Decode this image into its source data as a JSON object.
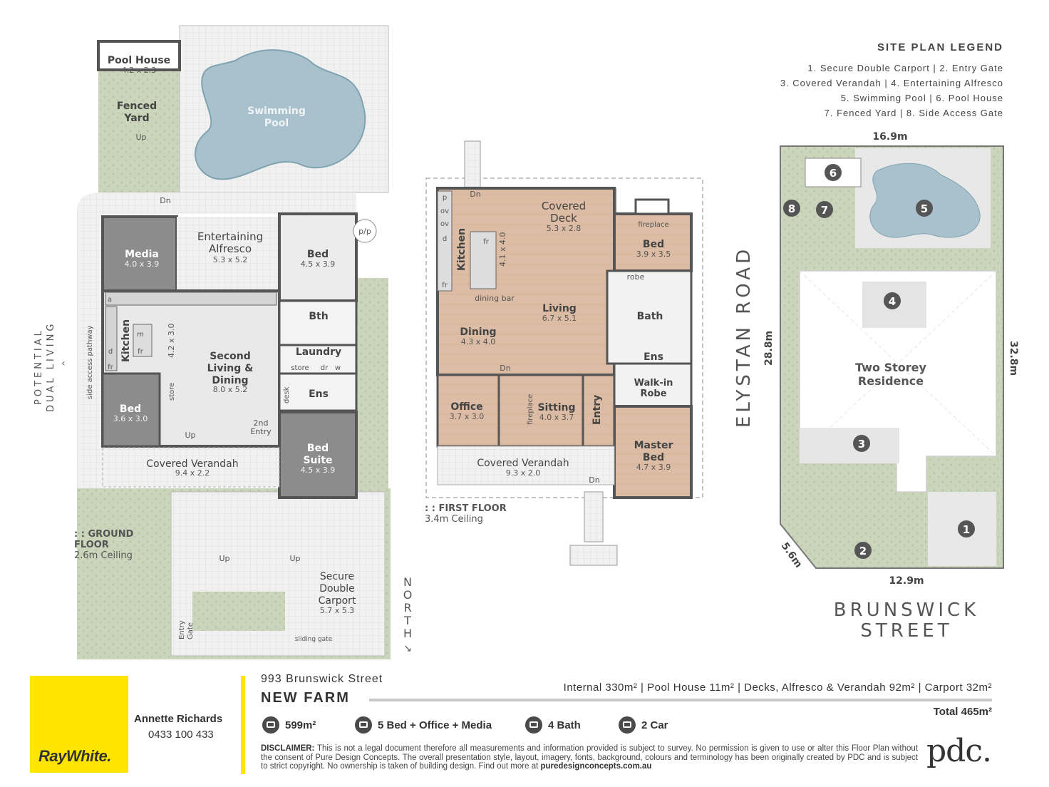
{
  "legend": {
    "title": "SITE PLAN LEGEND",
    "lines": [
      "1. Secure Double Carport  |  2. Entry Gate",
      "3. Covered Verandah  |  4. Entertaining Alfresco",
      "5. Swimming Pool  |  6. Pool House",
      "7. Fenced Yard  |  8. Side Access Gate"
    ]
  },
  "ground_floor": {
    "label_a": ": : GROUND",
    "label_b": "FLOOR",
    "ceiling": "2.6m Ceiling",
    "side_label_a": "POTENTIAL",
    "side_label_b": "DUAL LIVING",
    "pathway": "side access pathway",
    "rooms": {
      "pool_house": "Pool House",
      "pool_house_dim": "4.2 x 2.3",
      "fenced_a": "Fenced",
      "fenced_b": "Yard",
      "pool_a": "Swimming",
      "pool_b": "Pool",
      "alfresco_a": "Entertaining",
      "alfresco_b": "Alfresco",
      "alfresco_dim": "5.3 x 5.2",
      "media": "Media",
      "media_dim": "4.0 x 3.9",
      "bed1": "Bed",
      "bed1_dim": "4.5 x 3.9",
      "kitchen": "Kitchen",
      "kitchen_dim": "4.2 x 3.0",
      "second_a": "Second",
      "second_b": "Living &",
      "second_c": "Dining",
      "second_dim": "8.0 x 5.2",
      "bth": "Bth",
      "laundry": "Laundry",
      "store": "store",
      "dr": "dr",
      "w": "w",
      "ens": "Ens",
      "desk": "desk",
      "bed2": "Bed",
      "bed2_dim": "3.6 x 3.0",
      "store2": "store",
      "entry2_a": "2nd",
      "entry2_b": "Entry",
      "suite_a": "Bed",
      "suite_b": "Suite",
      "suite_dim": "4.5 x 3.9",
      "verandah": "Covered Verandah",
      "verandah_dim": "9.4 x 2.2",
      "carport_a": "Secure",
      "carport_b": "Double",
      "carport_c": "Carport",
      "carport_dim": "5.7 x 5.3",
      "entry_gate_a": "Entry",
      "entry_gate_b": "Gate",
      "sliding_gate": "sliding gate",
      "up": "Up",
      "dn": "Dn",
      "pp": "p/p",
      "a": "a",
      "m": "m",
      "fr": "fr",
      "d": "d"
    }
  },
  "first_floor": {
    "label": ": : FIRST FLOOR",
    "ceiling": "3.4m Ceiling",
    "rooms": {
      "deck_a": "Covered",
      "deck_b": "Deck",
      "deck_dim": "5.3 x 2.8",
      "kitchen": "Kitchen",
      "kitchen_dim": "4.1 x 4.0",
      "dining_bar": "dining bar",
      "p": "p",
      "ov": "ov",
      "d": "d",
      "fr": "fr",
      "living": "Living",
      "living_dim": "6.7 x 5.1",
      "dining": "Dining",
      "dining_dim": "4.3 x 4.0",
      "fireplace": "fireplace",
      "bed": "Bed",
      "bed_dim": "3.9 x 3.5",
      "robe": "robe",
      "bath": "Bath",
      "ens": "Ens",
      "walkin_a": "Walk-in",
      "walkin_b": "Robe",
      "office": "Office",
      "office_dim": "3.7 x 3.0",
      "sitting": "Sitting",
      "sitting_dim": "4.0 x 3.7",
      "entry": "Entry",
      "master_a": "Master",
      "master_b": "Bed",
      "master_dim": "4.7 x 3.9",
      "verandah": "Covered Verandah",
      "verandah_dim": "9.3 x 2.0",
      "dn": "Dn"
    }
  },
  "site": {
    "width_top": "16.9m",
    "width_bottom": "12.9m",
    "depth_left": "28.8m",
    "depth_right": "32.8m",
    "corner": "5.6m",
    "residence_a": "Two Storey",
    "residence_b": "Residence",
    "road": "ELYSTAN ROAD",
    "street_a": "BRUNSWICK",
    "street_b": "STREET",
    "north": "NORTH",
    "markers": [
      "1",
      "2",
      "3",
      "4",
      "5",
      "6",
      "7",
      "8"
    ]
  },
  "footer": {
    "brand": "RayWhite.",
    "agent_name": "Annette Richards",
    "agent_phone": "0433 100 433",
    "address_line": "993 Brunswick Street",
    "suburb": "NEW FARM",
    "areas": "Internal 330m²  |  Pool House 11m²  |  Decks, Alfresco & Verandah 92m²  |  Carport 32m²",
    "total": "Total 465m²",
    "features": {
      "land": "599m²",
      "beds": "5 Bed + Office + Media",
      "baths": "4 Bath",
      "cars": "2 Car"
    },
    "disclaimer_label": "DISCLAIMER:",
    "disclaimer": "This is not a legal document therefore all measurements and information provided is subject to survey. No permission is given to use or alter this Floor Plan without the consent of Pure Design Concepts. The overall presentation style, layout, imagery, fonts, background, colours and terminology has been originally created by PDC and is subject to strict copyright. No ownership is taken of building design. Find out more at",
    "disclaimer_link": "puredesignconcepts.com.au",
    "logo": "pdc."
  },
  "colors": {
    "wood": "#d9b9a0",
    "grey_room": "#8c8c8c",
    "tile": "#ececec",
    "grass": "#c5d0b3",
    "pool": "#aac3ce",
    "wall": "#555555",
    "accent": "#ffe500",
    "marker": "#555555"
  }
}
